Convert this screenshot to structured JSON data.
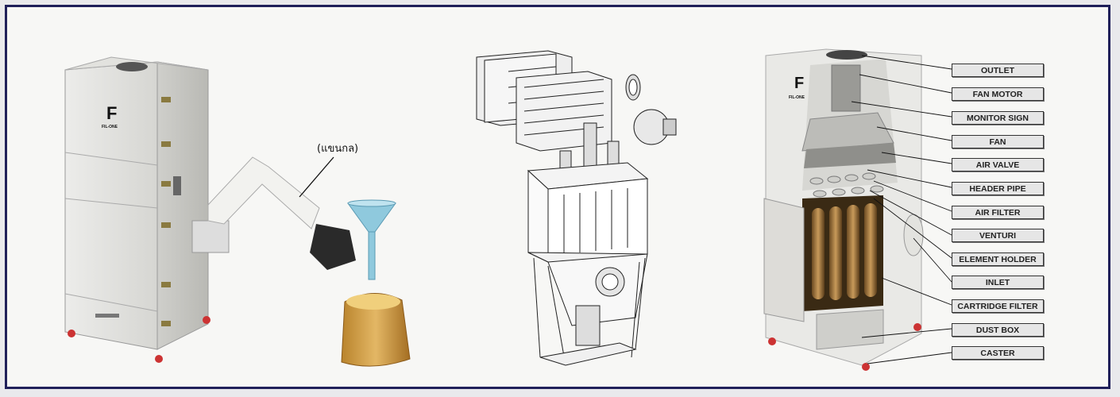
{
  "diagram": {
    "arm_label": "(แขนกล)",
    "brand_mark": "F",
    "brand_sub": "FIL-ONE",
    "parts": [
      "OUTLET",
      "FAN MOTOR",
      "MONITOR SIGN",
      "FAN",
      "AIR VALVE",
      "HEADER PIPE",
      "AIR FILTER",
      "VENTURI",
      "ELEMENT HOLDER",
      "INLET",
      "CARTRIDGE FILTER",
      "DUST BOX",
      "CASTER"
    ]
  }
}
